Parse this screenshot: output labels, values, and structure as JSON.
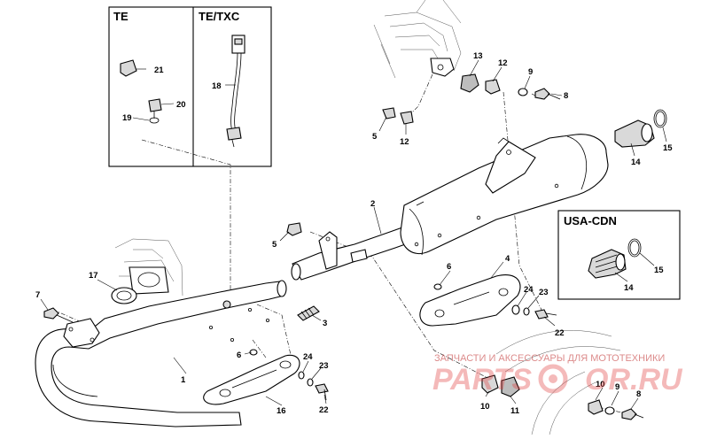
{
  "boxes": {
    "te": "TE",
    "te_txc": "TE/TXC",
    "usa_cdn": "USA-CDN"
  },
  "callouts": {
    "n1": "1",
    "n2": "2",
    "n3": "3",
    "n4": "4",
    "n5a": "5",
    "n5b": "5",
    "n6a": "6",
    "n6b": "6",
    "n7": "7",
    "n8a": "8",
    "n8b": "8",
    "n9a": "9",
    "n9b": "9",
    "n10a": "10",
    "n10b": "10",
    "n11": "11",
    "n12a": "12",
    "n12b": "12",
    "n13": "13",
    "n14a": "14",
    "n14b": "14",
    "n15a": "15",
    "n15b": "15",
    "n16": "16",
    "n17": "17",
    "n18": "18",
    "n19": "19",
    "n20": "20",
    "n21": "21",
    "n22a": "22",
    "n22b": "22",
    "n23a": "23",
    "n23b": "23",
    "n24a": "24",
    "n24b": "24"
  },
  "watermark": {
    "tagline": "ЗАПЧАСТИ И АКСЕССУАРЫ ДЛЯ МОТОТЕХНИКИ",
    "brand_left": "PARTS",
    "brand_right": "OR.RU"
  }
}
